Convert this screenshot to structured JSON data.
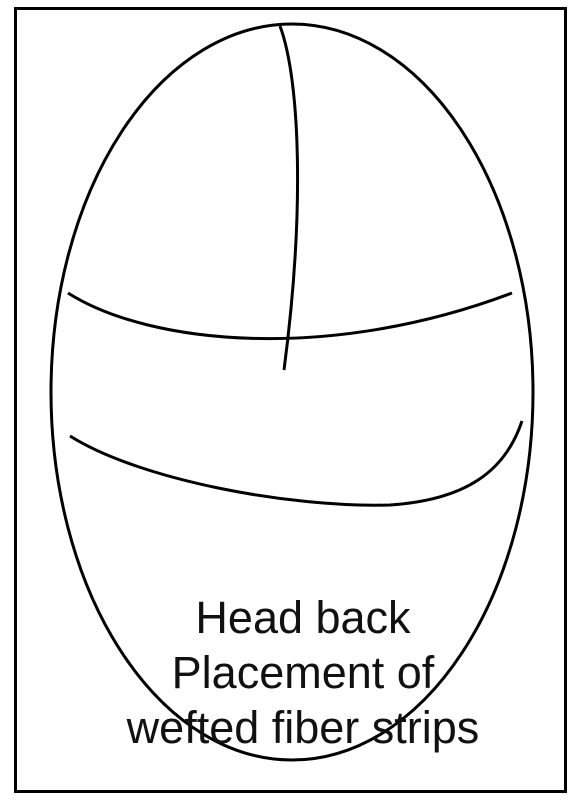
{
  "caption": {
    "lines": [
      "Head back",
      "Placement of",
      "wefted fiber strips"
    ]
  },
  "colors": {
    "background": "#ffffff",
    "stroke": "#000000",
    "text": "#111111"
  }
}
